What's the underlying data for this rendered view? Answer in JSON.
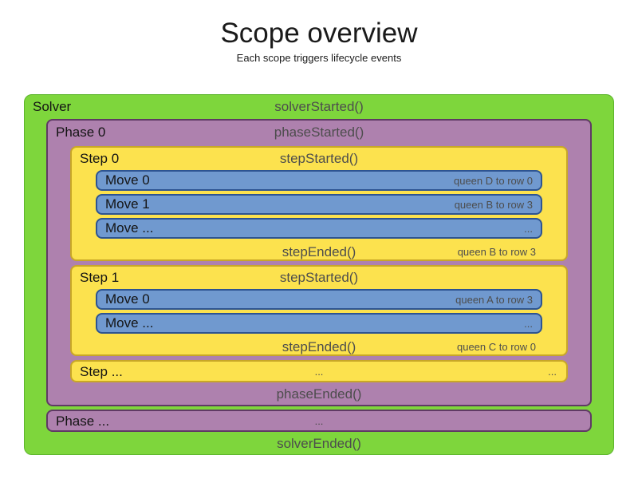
{
  "title": "Scope overview",
  "subtitle": "Each scope triggers lifecycle events",
  "colors": {
    "solver_fill": "#7ed63c",
    "solver_border": "#5cb52c",
    "phase_fill": "#ae81ae",
    "phase_border": "#5f3a64",
    "step_fill": "#fce24e",
    "step_border": "#c8a727",
    "move_fill": "#7099cf",
    "move_border": "#2d5492",
    "label_text": "#141414",
    "event_text": "#4d4d4d"
  },
  "solver": {
    "label": "Solver",
    "started_event": "solverStarted()",
    "ended_event": "solverEnded()",
    "phases": [
      {
        "label": "Phase 0",
        "started_event": "phaseStarted()",
        "ended_event": "phaseEnded()",
        "steps": [
          {
            "label": "Step 0",
            "started_event": "stepStarted()",
            "ended_event": "stepEnded()",
            "ended_detail": "queen B to row 3",
            "moves": [
              {
                "label": "Move 0",
                "detail": "queen D to row 0"
              },
              {
                "label": "Move 1",
                "detail": "queen B to row 3"
              },
              {
                "label": "Move ...",
                "detail": "..."
              }
            ]
          },
          {
            "label": "Step 1",
            "started_event": "stepStarted()",
            "ended_event": "stepEnded()",
            "ended_detail": "queen C to row 0",
            "moves": [
              {
                "label": "Move 0",
                "detail": "queen A to row 3"
              },
              {
                "label": "Move ...",
                "detail": "..."
              }
            ]
          },
          {
            "label": "Step ...",
            "center_text": "...",
            "right_text": "..."
          }
        ]
      },
      {
        "label": "Phase ...",
        "center_text": "..."
      }
    ]
  }
}
